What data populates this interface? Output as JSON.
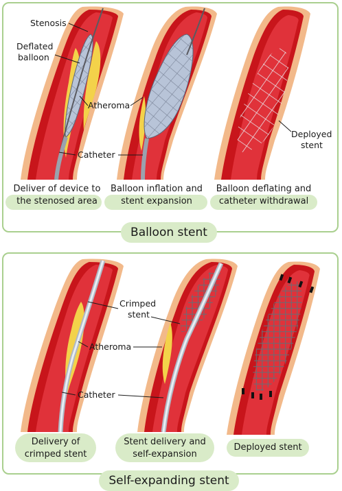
{
  "sections": {
    "balloon": {
      "title": "Balloon stent",
      "labels": {
        "stenosis": "Stenosis",
        "deflated_balloon_1": "Deflated",
        "deflated_balloon_2": "balloon",
        "atheroma": "Atheroma",
        "catheter": "Catheter",
        "deployed_stent_1": "Deployed",
        "deployed_stent_2": "stent"
      },
      "captions": [
        {
          "line1": "Deliver of device to",
          "line2": "the stenosed area"
        },
        {
          "line1": "Balloon inflation and",
          "line2": "stent expansion"
        },
        {
          "line1": "Balloon deflating and",
          "line2": "catheter withdrawal"
        }
      ]
    },
    "self_expanding": {
      "title": "Self-expanding stent",
      "labels": {
        "crimped_stent_1": "Crimped",
        "crimped_stent_2": "stent",
        "atheroma": "Atheroma",
        "catheter": "Catheter"
      },
      "captions": [
        {
          "line1": "Delivery of",
          "line2": "crimped stent"
        },
        {
          "line1": "Stent delivery and",
          "line2": "self-expansion"
        },
        {
          "line1": "Deployed stent",
          "line2": ""
        }
      ]
    }
  },
  "colors": {
    "panel_border": "#a9cf8e",
    "caption_fill": "#d9ebc8",
    "vessel_outer": "#f2b98a",
    "vessel_wall": "#c8151b",
    "lumen": "#e0323a",
    "atheroma": "#f3d24a",
    "balloon": "#b8c4d8",
    "catheter": "#e8eef4"
  }
}
